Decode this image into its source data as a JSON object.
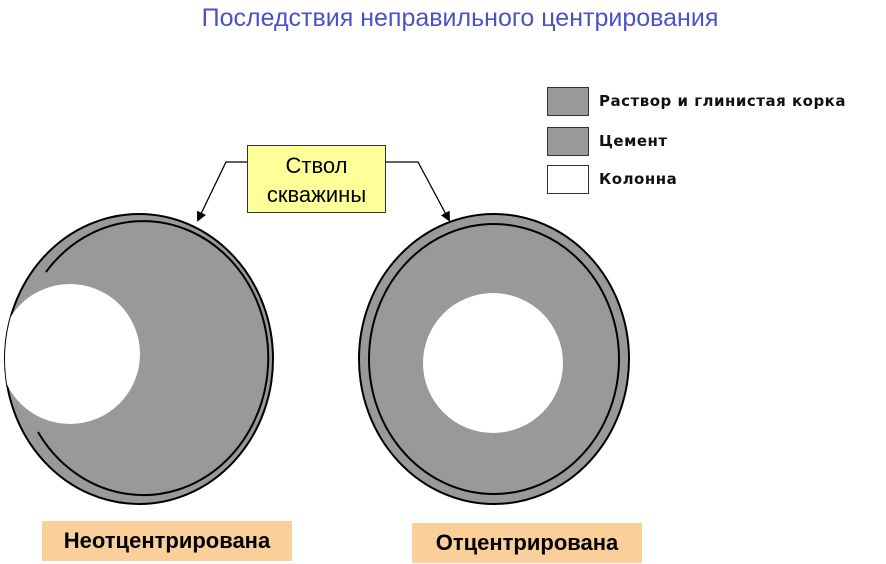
{
  "title": "Последствия неправильного центрирования",
  "legend": [
    {
      "label": "Раствор и глинистая корка",
      "color": "#999999"
    },
    {
      "label": "Цемент",
      "color": "#999999"
    },
    {
      "label": "Колонна",
      "color": "#ffffff"
    }
  ],
  "callout": {
    "line1": "Ствол",
    "line2": "скважины",
    "background": "#ffff99"
  },
  "wells": [
    {
      "label": "Неотцентрирована"
    },
    {
      "label": "Отцентрирована"
    }
  ],
  "colors": {
    "cement": "#999999",
    "casing": "#ffffff",
    "label_background": "#fbcf9a",
    "title": "#4a52c8"
  }
}
